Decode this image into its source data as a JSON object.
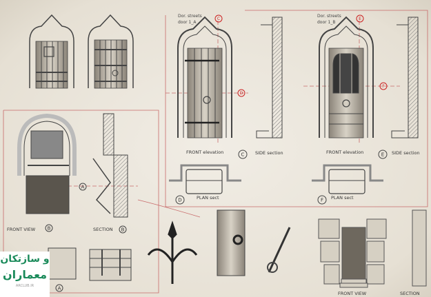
{
  "sheet": {
    "door_a_title_line1": "Dor. streets",
    "door_a_title_line2": "door 1_A",
    "door_b_title_line1": "Dor. streets",
    "door_b_title_line2": "door 1_B",
    "front_elevation": "FRONT elevation",
    "side_section": "SIDE section",
    "plan_sect": "PLAN sect",
    "front_view": "FRONT VIEW",
    "section": "SECTION",
    "markers": {
      "a": "A",
      "b": "B",
      "c": "C",
      "d": "D",
      "e": "E",
      "f": "F"
    }
  },
  "logo": {
    "line1": "و سازتکان",
    "line2": "معماران",
    "line3": "ARCLUB.IR"
  },
  "colors": {
    "paper": "#ebe6dc",
    "ink": "#333333",
    "redline": "#c83a3a",
    "logo_green": "#1a8a5a"
  }
}
